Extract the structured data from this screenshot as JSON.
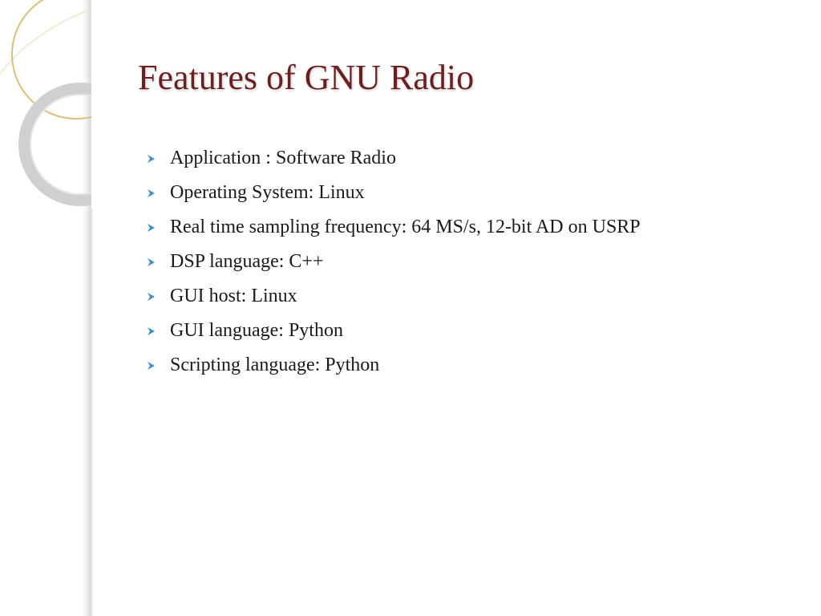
{
  "slide": {
    "title": "Features of GNU Radio",
    "bullets": [
      "Application : Software Radio",
      "Operating System: Linux",
      "Real time sampling frequency: 64 MS/s, 12-bit AD on USRP",
      "DSP language: C++",
      "GUI host: Linux",
      "GUI language: Python",
      "Scripting language: Python"
    ]
  },
  "colors": {
    "title": "#6b1f1f",
    "bullet_marker": "#3a8fc4",
    "ring_gold": "#d8c07a",
    "ring_gray": "#c8c8c8"
  }
}
